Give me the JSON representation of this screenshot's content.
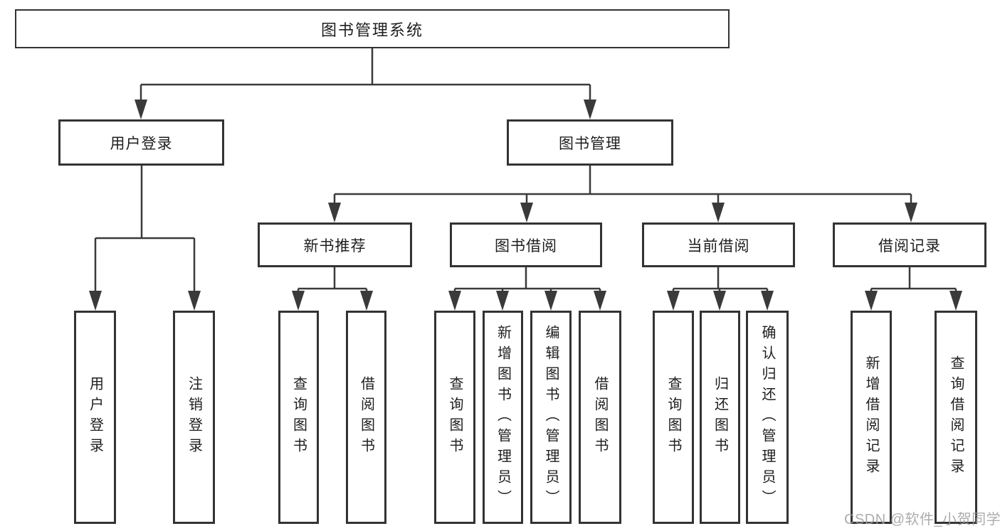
{
  "diagram": {
    "root": {
      "label": "图书管理系统"
    },
    "branches": [
      {
        "label": "用户登录",
        "children": [
          {
            "label": "用户登录"
          },
          {
            "label": "注销登录"
          }
        ]
      },
      {
        "label": "图书管理",
        "children": [
          {
            "label": "新书推荐",
            "children": [
              {
                "label": "查询图书"
              },
              {
                "label": "借阅图书"
              }
            ]
          },
          {
            "label": "图书借阅",
            "children": [
              {
                "label": "查询图书"
              },
              {
                "label": "新增图书（管理员）"
              },
              {
                "label": "编辑图书（管理员）"
              },
              {
                "label": "借阅图书"
              }
            ]
          },
          {
            "label": "当前借阅",
            "children": [
              {
                "label": "查询图书"
              },
              {
                "label": "归还图书"
              },
              {
                "label": "确认归还（管理员）"
              }
            ]
          },
          {
            "label": "借阅记录",
            "children": [
              {
                "label": "新增借阅记录"
              },
              {
                "label": "查询借阅记录"
              }
            ]
          }
        ]
      }
    ]
  },
  "watermark": {
    "text": "CSDN @软件_小贺同学"
  },
  "colors": {
    "line": "#3a3a3a",
    "box_border": "#333333",
    "text": "#1e1e1e",
    "watermark": "#9e9e9e",
    "background": "#ffffff"
  }
}
